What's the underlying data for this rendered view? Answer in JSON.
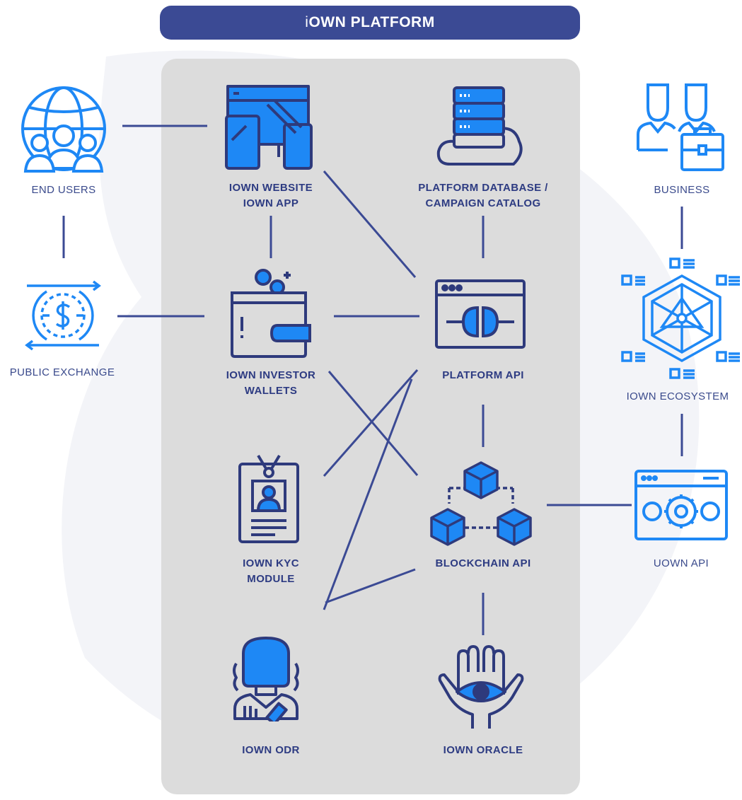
{
  "title": {
    "prefix": "i",
    "main": "OWN PLATFORM"
  },
  "colors": {
    "title_bar": "#3b4a94",
    "panel": "#dcdcdc",
    "connector": "#3b4a94",
    "icon_inner_stroke": "#2e3a7c",
    "icon_inner_fill": "#1e88f5",
    "icon_outer_stroke": "#1e88f5"
  },
  "nodes": {
    "end_users": {
      "label": "END USERS",
      "icon": "globe-users-icon"
    },
    "public_exchange": {
      "label": "PUBLIC EXCHANGE",
      "icon": "currency-exchange-icon"
    },
    "business": {
      "label": "BUSINESS",
      "icon": "business-people-icon"
    },
    "ecosystem": {
      "label": "IOWN ECOSYSTEM",
      "icon": "ecosystem-network-icon"
    },
    "uown_api": {
      "label": "UOWN API",
      "icon": "api-gears-icon"
    },
    "website": {
      "line1": "IOWN WEBSITE",
      "line2": "IOWN APP",
      "icon": "devices-icon"
    },
    "database": {
      "line1": "PLATFORM DATABASE /",
      "line2": "CAMPAIGN CATALOG",
      "icon": "cloud-database-icon"
    },
    "wallets": {
      "line1": "IOWN INVESTOR",
      "line2": "WALLETS",
      "icon": "wallet-icon"
    },
    "platform_api": {
      "label": "PLATFORM API",
      "icon": "plug-window-icon"
    },
    "kyc": {
      "line1": "IOWN KYC",
      "line2": "MODULE",
      "icon": "id-badge-icon"
    },
    "blockchain_api": {
      "label": "BLOCKCHAIN API",
      "icon": "blockchain-cubes-icon"
    },
    "odr": {
      "label": "IOWN ODR",
      "icon": "judge-icon"
    },
    "oracle": {
      "label": "IOWN ORACLE",
      "icon": "hands-eye-icon"
    }
  }
}
